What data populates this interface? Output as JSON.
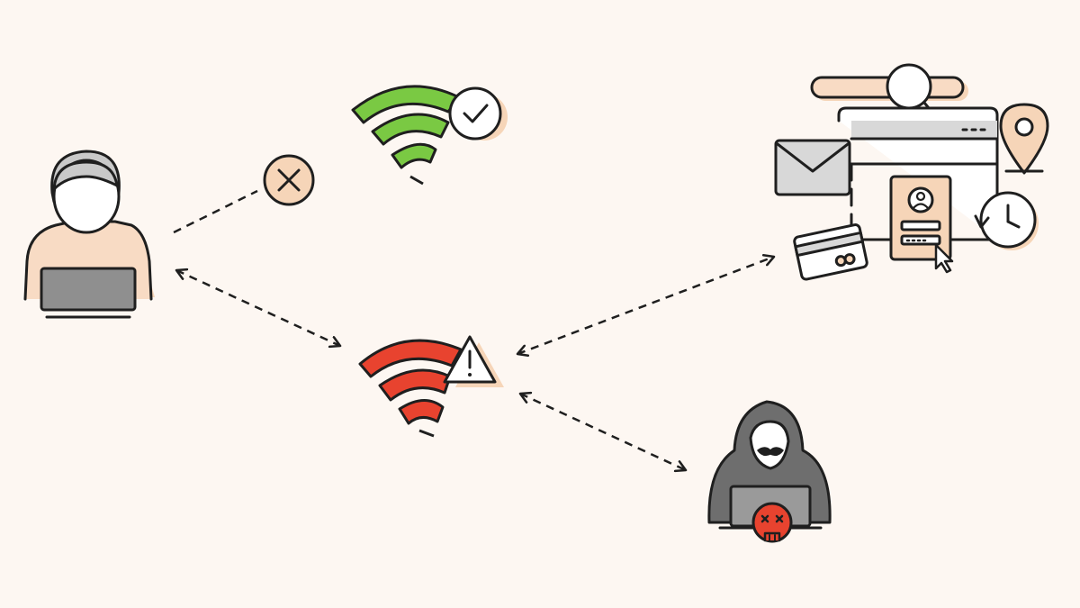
{
  "colors": {
    "background": "#fdf7f2",
    "outline": "#1f1f1f",
    "safe_wifi": "#7ac943",
    "rogue_wifi": "#e8432f",
    "peach_accent": "#f6d5b8",
    "gray_fill": "#d8d8d8",
    "hacker_gray": "#6e6e6e",
    "skull_red": "#e8432f",
    "white": "#ffffff"
  },
  "nodes": {
    "user": {
      "icon": "user-with-laptop-icon"
    },
    "blocked": {
      "icon": "x-circle-icon"
    },
    "safe_wifi": {
      "icon": "wifi-check-icon"
    },
    "rogue_wifi": {
      "icon": "wifi-warning-icon"
    },
    "services": {
      "icon": "online-services-icon",
      "parts": [
        "search-bar-icon",
        "browser-window-icon",
        "mail-icon",
        "location-pin-icon",
        "credit-card-icon",
        "login-form-icon",
        "history-clock-icon",
        "cursor-icon"
      ]
    },
    "hacker": {
      "icon": "hooded-hacker-icon"
    }
  },
  "connections": [
    {
      "from": "user",
      "to": "blocked",
      "style": "dashed",
      "direction": "none"
    },
    {
      "from": "user",
      "to": "rogue_wifi",
      "style": "dashed",
      "direction": "both"
    },
    {
      "from": "rogue_wifi",
      "to": "services",
      "style": "dashed",
      "direction": "both"
    },
    {
      "from": "rogue_wifi",
      "to": "hacker",
      "style": "dashed",
      "direction": "both"
    }
  ]
}
